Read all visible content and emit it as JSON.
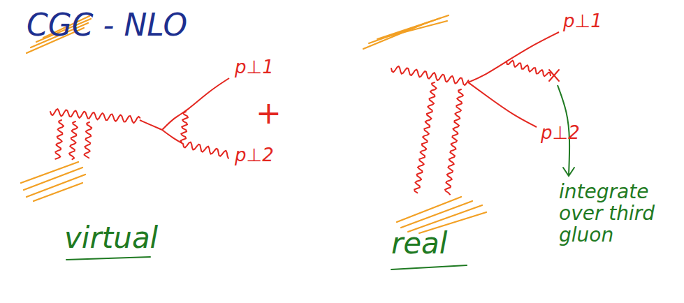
{
  "diagram": {
    "title": "CGC - NLO",
    "labels": [
      "p⊥1",
      "+",
      "p⊥2",
      "virtual",
      "p⊥1",
      "p⊥2",
      "real",
      "integrate over third gluon"
    ]
  }
}
